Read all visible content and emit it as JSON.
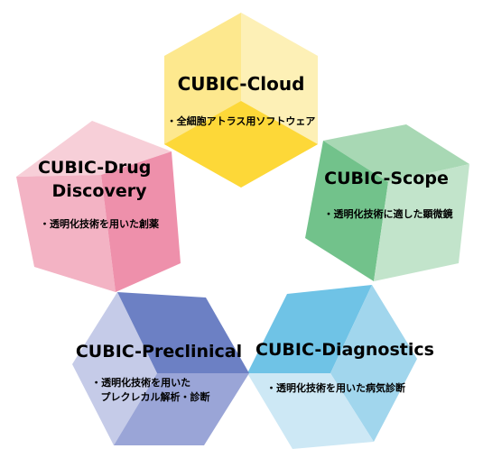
{
  "cubes": [
    {
      "id": "cloud",
      "title_lines": [
        "CUBIC-Cloud"
      ],
      "desc_lines": [
        "・全細胞アトラス用ソフトウェア"
      ],
      "colors": {
        "light": "#fdf0b4",
        "mid": "#fde47c",
        "dark": "#fdd83a",
        "side": "#fbe8a0"
      }
    },
    {
      "id": "scope",
      "title_lines": [
        "CUBIC-Scope"
      ],
      "desc_lines": [
        "・透明化技術に適した顕微鏡"
      ],
      "colors": {
        "light": "#d3ebd9",
        "mid": "#a6d8b4",
        "dark": "#6fc18a",
        "side": "#bfe3c9"
      }
    },
    {
      "id": "diagnostics",
      "title_lines": [
        "CUBIC-Diagnostics"
      ],
      "desc_lines": [
        "・透明化技術を用いた病気診断"
      ],
      "colors": {
        "light": "#cfe8f5",
        "mid": "#9fd3ec",
        "dark": "#6fc3e6",
        "side": "#b7def0"
      }
    },
    {
      "id": "preclinical",
      "title_lines": [
        "CUBIC-Preclinical"
      ],
      "desc_lines": [
        "・透明化技術を用いた",
        "プレクレカル解析・診断"
      ],
      "colors": {
        "light": "#c7cde9",
        "mid": "#9aa6d8",
        "dark": "#6a7ec3",
        "side": "#b3bbe0"
      }
    },
    {
      "id": "drug",
      "title_lines": [
        "CUBIC-Drug",
        "Discovery"
      ],
      "desc_lines": [
        "・透明化技術を用いた創薬"
      ],
      "colors": {
        "light": "#f8d3dc",
        "mid": "#f4b3c4",
        "dark": "#ef8fab",
        "side": "#f6c4d1"
      }
    }
  ]
}
